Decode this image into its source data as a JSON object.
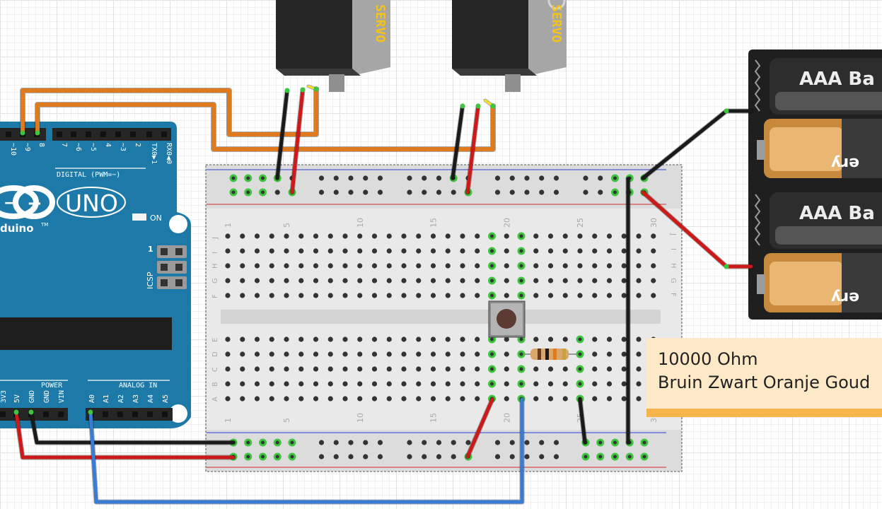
{
  "arduino": {
    "logo_model": "UNO",
    "logo_brand_partial": "duino",
    "trademark": "TM",
    "on_label": "ON",
    "icsp_label": "ICSP",
    "icsp_pin1": "1",
    "digital_label": "DIGITAL (PWM=~)",
    "digital_pins": [
      "~10",
      "~9",
      "8",
      "7",
      "~6",
      "~5",
      "4",
      "~3",
      "2",
      "TX0▶1",
      "RX0◀0"
    ],
    "power_label": "POWER",
    "power_pins": [
      "3V3",
      "5V",
      "GND",
      "GND",
      "VIN"
    ],
    "analog_label": "ANALOG IN",
    "analog_pins": [
      "A0",
      "A1",
      "A2",
      "A3",
      "A4",
      "A5"
    ],
    "board_color": "#1d7aa8"
  },
  "servos": [
    {
      "label": "SERVO"
    },
    {
      "label": "SERVO"
    }
  ],
  "battery": {
    "labels": [
      "AAA Ba",
      "AAA Ba"
    ],
    "mirrored_text": "ery"
  },
  "breadboard": {
    "column_numbers": [
      "1",
      "5",
      "10",
      "15",
      "20",
      "25",
      "30"
    ],
    "row_letters_top": [
      "J",
      "I",
      "H",
      "G",
      "F"
    ],
    "row_letters_bottom": [
      "E",
      "D",
      "C",
      "B",
      "A"
    ]
  },
  "note": {
    "line1": "10000 Ohm",
    "line2": "Bruin Zwart Oranje Goud"
  },
  "colors": {
    "wire_orange": "#e07a1f",
    "wire_black": "#1a1a1a",
    "wire_red": "#cc1a1a",
    "wire_blue": "#3a7bd5",
    "wire_yellow": "#f2e21b",
    "pin_active": "#3ec43e"
  }
}
